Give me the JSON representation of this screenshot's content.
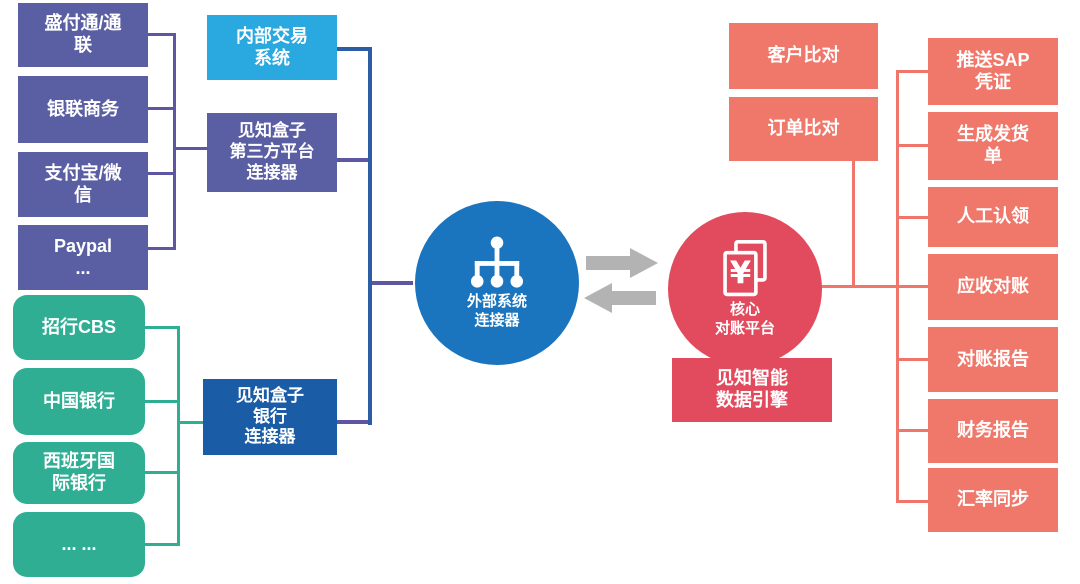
{
  "nodes": {
    "payment_channels": [
      "盛付通/通\n联",
      "银联商务",
      "支付宝/微\n信",
      "Paypal\n..."
    ],
    "internal_system": "内部交易\n系统",
    "thirdparty_connector": "见知盒子\n第三方平台\n连接器",
    "banks": [
      "招行CBS",
      "中国银行",
      "西班牙国\n际银行",
      "... ..."
    ],
    "bank_connector": "见知盒子\n银行\n连接器",
    "external_hub": "外部系统\n连接器",
    "core_platform": "核心\n对账平台",
    "data_engine": "见知智能\n数据引擎",
    "comparisons": [
      "客户比对",
      "订单比对"
    ],
    "functions": [
      "推送SAP\n凭证",
      "生成发货\n单",
      "人工认领",
      "应收对账",
      "对账报告",
      "财务报告",
      "汇率同步"
    ]
  },
  "icons": {
    "external_hub": "sitemap-icon",
    "core_platform": "invoice-stack-icon",
    "flow_right": "arrow-right-icon",
    "flow_left": "arrow-left-icon"
  },
  "colors": {
    "channel_purple": "#5A5EA3",
    "internal_lightblue": "#29A9E0",
    "bank_green": "#2FAE93",
    "bank_connector_blue": "#1A5CA6",
    "hub_blue": "#1B74BE",
    "core_red": "#E24B5E",
    "function_salmon": "#F0786B",
    "arrow_gray": "#B3B3B3",
    "trunk_blue": "#2B5EA7",
    "purple_line": "#5C56A3",
    "red_line": "#F0756A"
  }
}
